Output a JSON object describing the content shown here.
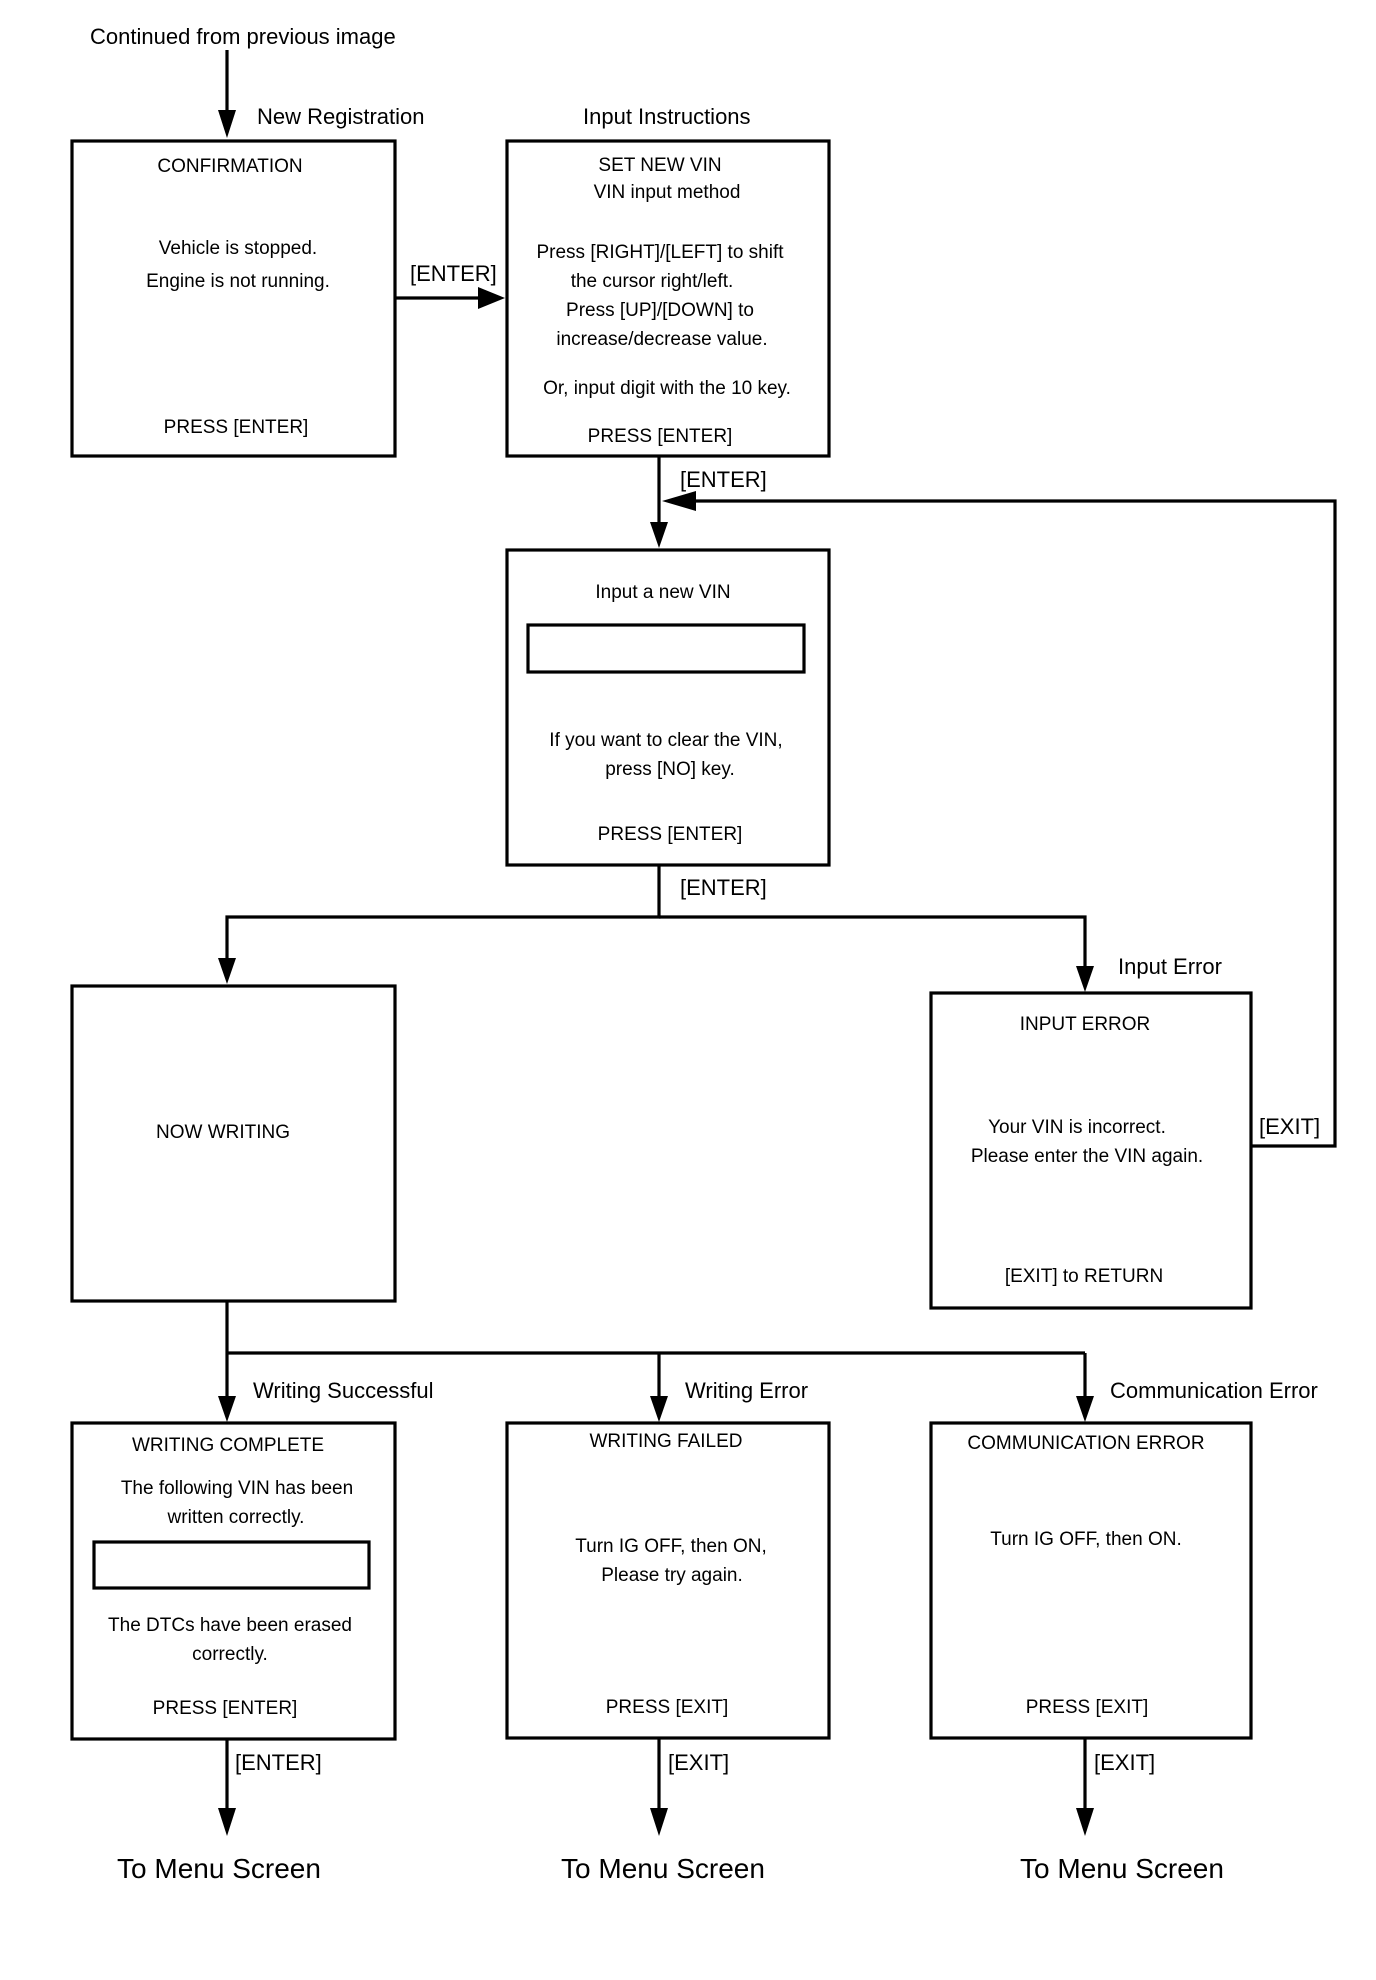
{
  "header": {
    "continued": "Continued from previous image"
  },
  "labels": {
    "new_registration": "New Registration",
    "input_instructions": "Input Instructions",
    "input_error": "Input Error",
    "writing_successful": "Writing Successful",
    "writing_error": "Writing Error",
    "communication_error": "Communication Error"
  },
  "keys": {
    "enter": "[ENTER]",
    "exit": "[EXIT]"
  },
  "boxes": {
    "confirmation": {
      "title": "CONFIRMATION",
      "lines": [
        "Vehicle is stopped.",
        "Engine is not running."
      ],
      "footer": "PRESS [ENTER]"
    },
    "set_new_vin": {
      "title": "SET NEW VIN",
      "subtitle": "VIN input method",
      "lines": [
        "Press [RIGHT]/[LEFT] to shift",
        "the cursor right/left.",
        "Press [UP]/[DOWN] to",
        "increase/decrease value.",
        "Or, input digit with the 10 key."
      ],
      "footer": "PRESS [ENTER]"
    },
    "input_vin": {
      "title": "Input a new VIN",
      "field_value": "",
      "lines": [
        "If you want to clear the VIN,",
        "press [NO] key."
      ],
      "footer": "PRESS [ENTER]"
    },
    "now_writing": {
      "title": "NOW WRITING"
    },
    "input_error": {
      "title": "INPUT ERROR",
      "lines": [
        "Your VIN is incorrect.",
        "Please enter the VIN again."
      ],
      "footer": "[EXIT] to RETURN"
    },
    "writing_complete": {
      "title": "WRITING COMPLETE",
      "lines": [
        "The following VIN has been",
        "written correctly."
      ],
      "field_value": "",
      "lines2": [
        "The DTCs have been erased",
        "correctly."
      ],
      "footer": "PRESS [ENTER]"
    },
    "writing_failed": {
      "title": "WRITING FAILED",
      "lines": [
        "Turn IG OFF, then ON,",
        "Please try again."
      ],
      "footer": "PRESS [EXIT]"
    },
    "communication_error": {
      "title": "COMMUNICATION ERROR",
      "lines": [
        "Turn IG OFF, then ON."
      ],
      "footer": "PRESS [EXIT]"
    }
  },
  "destinations": [
    "To Menu Screen",
    "To Menu Screen",
    "To Menu Screen"
  ]
}
